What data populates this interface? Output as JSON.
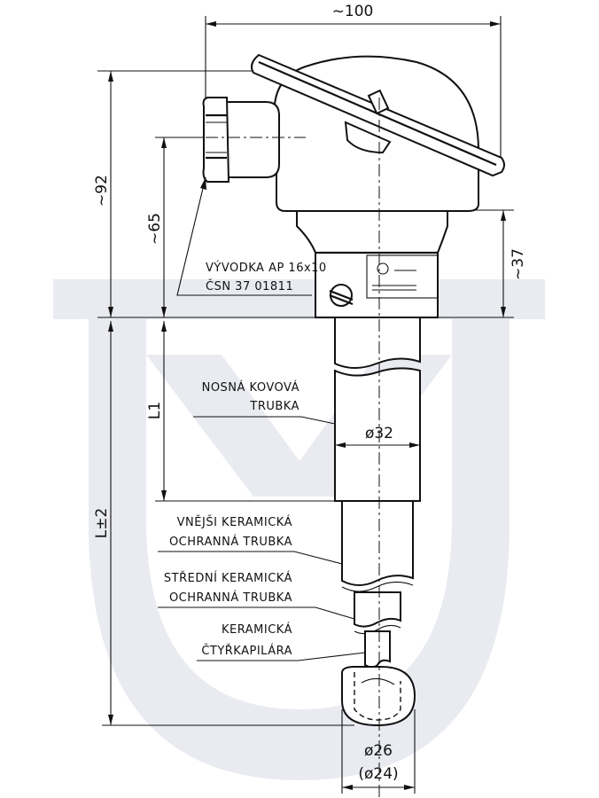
{
  "watermark": {
    "icon": "ku-logo-watermark-icon",
    "color": "#e9ebf1"
  },
  "dimensions": {
    "width_top": "~100",
    "height_total": "~92",
    "height_gland": "~65",
    "height_neck": "~37",
    "length_l1": "L1",
    "length_total": "L±2",
    "dia_tube": "ø32",
    "dia_bottom": "ø26",
    "dia_bottom_alt": "(ø24)"
  },
  "labels": {
    "gland_line1": "VÝVODKA AP 16x10",
    "gland_line2": "ČSN 37 01811",
    "metal_tube_line1": "NOSNÁ KOVOVÁ",
    "metal_tube_line2": "TRUBKA",
    "outer_ceramic_line1": "VNĚJŠI KERAMICKÁ",
    "outer_ceramic_line2": "OCHRANNÁ TRUBKA",
    "middle_ceramic_line1": "STŘEDNÍ KERAMICKÁ",
    "middle_ceramic_line2": "OCHRANNÁ TRUBKA",
    "capillary_line1": "KERAMICKÁ",
    "capillary_line2": "ČTYŘKAPILÁRA"
  }
}
